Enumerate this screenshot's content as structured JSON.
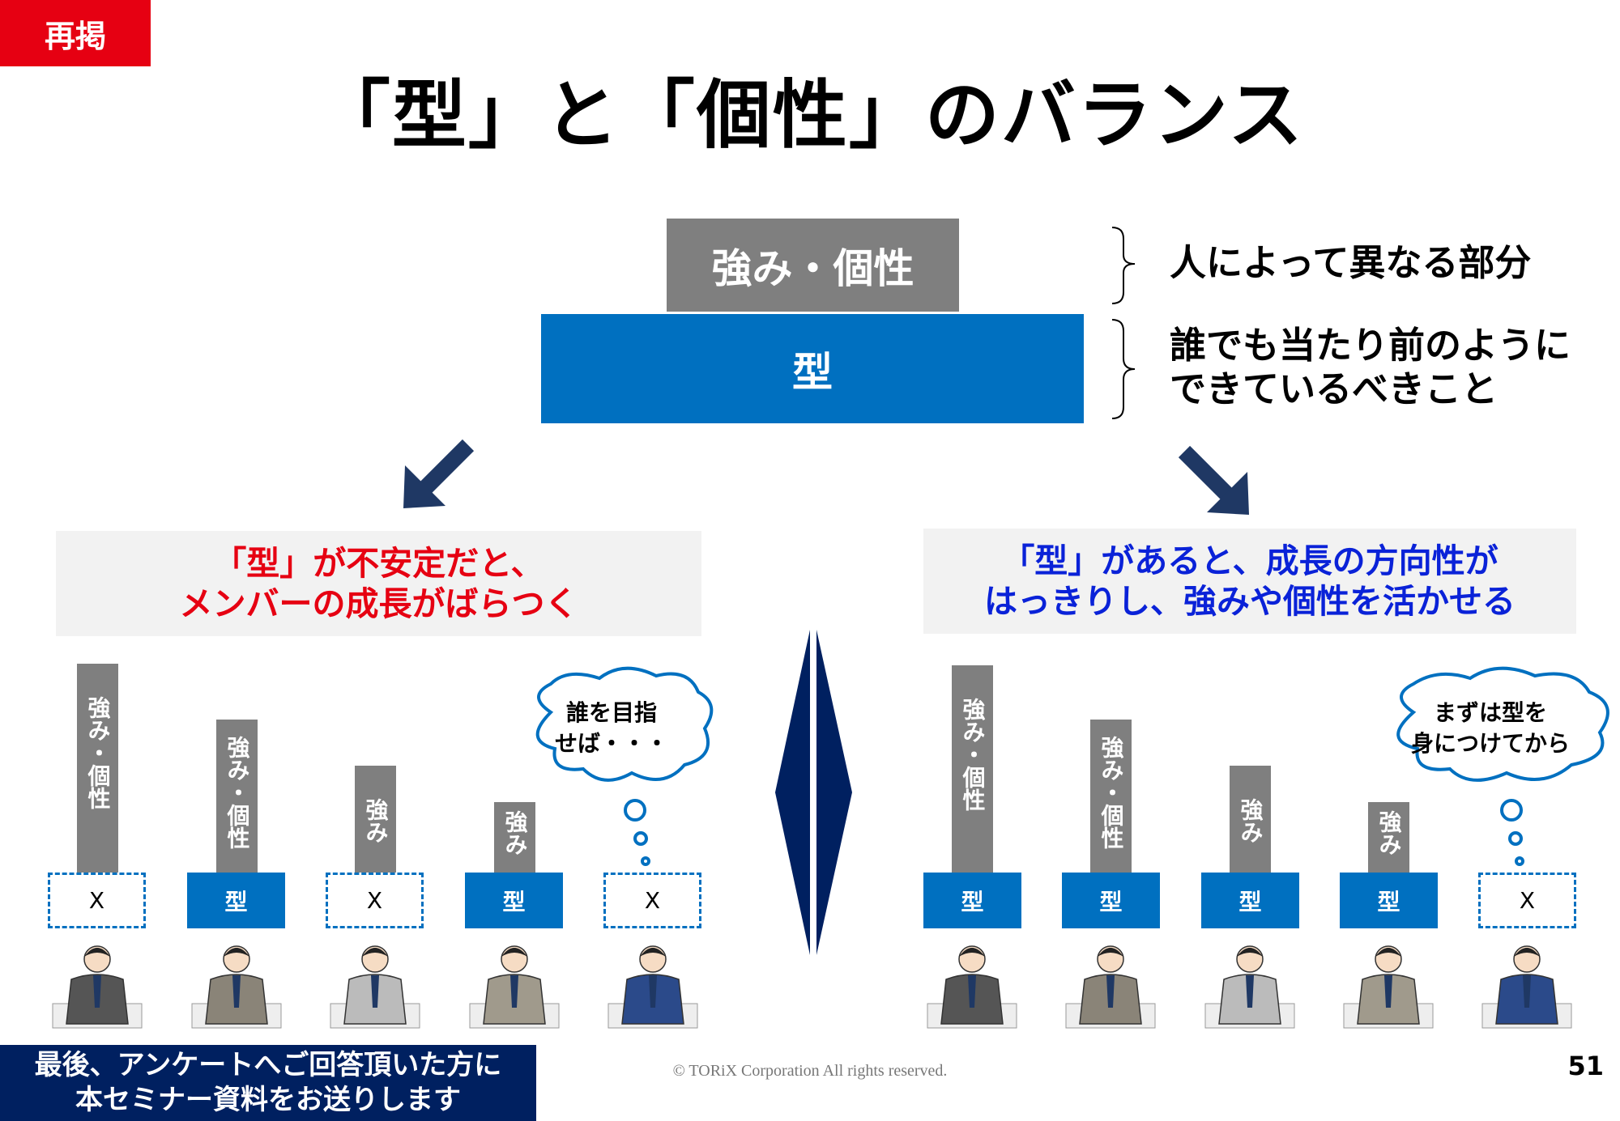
{
  "badge": "再掲",
  "title": "「型」と「個性」のバランス",
  "pyramid": {
    "top": "強み・個性",
    "base": "型"
  },
  "descriptions": {
    "top": "人によって異なる部分",
    "base_line1": "誰でも当たり前のように",
    "base_line2": "できているべきこと"
  },
  "left_panel": {
    "line1": "「型」が不安定だと、",
    "line2": "メンバーの成長がばらつく",
    "color": "#e60012"
  },
  "right_panel": {
    "line1": "「型」があると、成長の方向性が",
    "line2": "はっきりし、強みや個性を活かせる",
    "color": "#0a22d8"
  },
  "left_columns": [
    {
      "strength": "強み・個性",
      "base": "X"
    },
    {
      "strength": "強み・個性",
      "base": "型"
    },
    {
      "strength": "強み",
      "base": "X"
    },
    {
      "strength": "強み",
      "base": "型"
    },
    {
      "strength": "",
      "base": "X"
    }
  ],
  "right_columns": [
    {
      "strength": "強み・個性",
      "base": "型"
    },
    {
      "strength": "強み・個性",
      "base": "型"
    },
    {
      "strength": "強み",
      "base": "型"
    },
    {
      "strength": "強み",
      "base": "型"
    },
    {
      "strength": "",
      "base": "X"
    }
  ],
  "left_thought": {
    "line1": "誰を目指",
    "line2": "せば・・・"
  },
  "right_thought": {
    "line1": "まずは型を",
    "line2": "身につけてから"
  },
  "footer": {
    "line1": "最後、アンケートへご回答頂いた方に",
    "line2": "本セミナー資料をお送りします"
  },
  "copyright": "© TORiX Corporation All rights reserved.",
  "page_number": "51"
}
